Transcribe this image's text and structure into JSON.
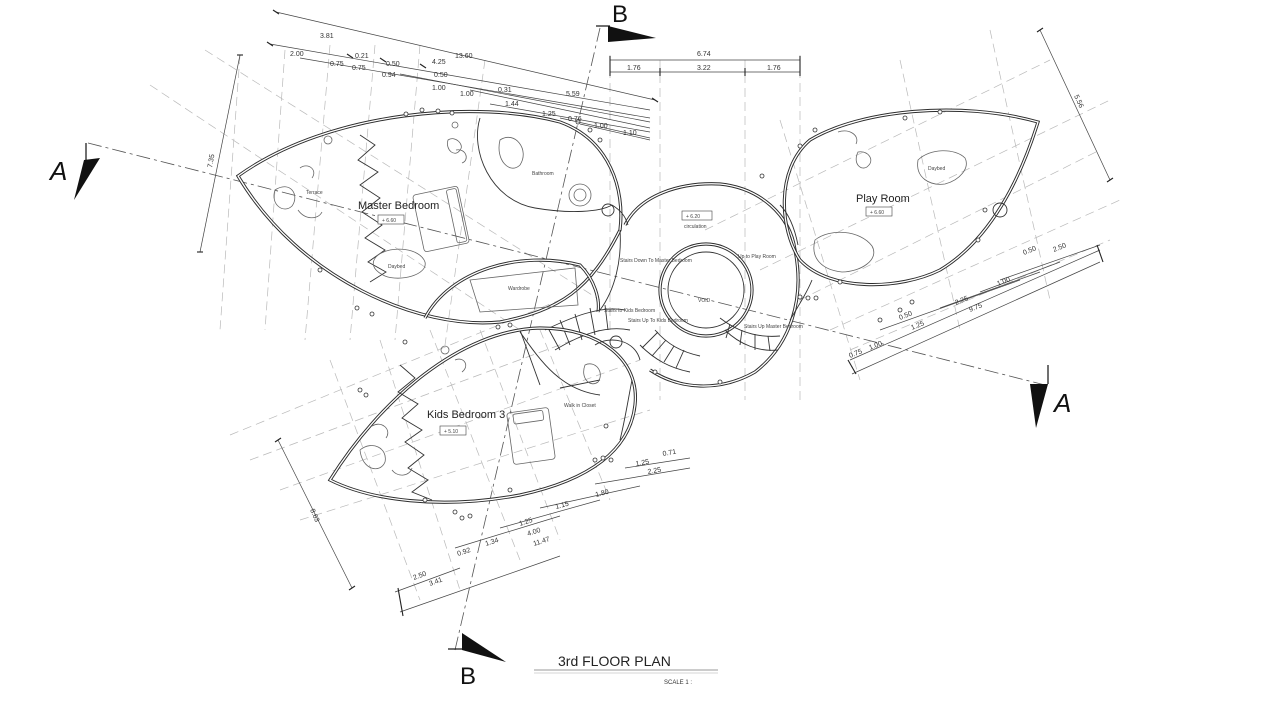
{
  "title_block": {
    "title": "3rd FLOOR PLAN",
    "scale": "SCALE 1 :"
  },
  "section_markers": {
    "a_left": "A",
    "a_right": "A",
    "b_top": "B",
    "b_bottom": "B"
  },
  "rooms": {
    "master_bedroom": {
      "name": "Master Bedroom",
      "level": "+ 6.60"
    },
    "play_room": {
      "name": "Play Room",
      "level": "+ 6.60"
    },
    "kids_bedroom": {
      "name": "Kids Bedroom 3",
      "level": "+ 5.10"
    },
    "circulation": {
      "name": "circulation",
      "level": "+ 6.20"
    },
    "void": {
      "name": "VOID"
    },
    "bathroom": {
      "name": "Bathroom"
    },
    "wardrobe": {
      "name": "Wardrobe"
    },
    "walk_in_closet": {
      "name": "Walk in Closet"
    },
    "terrace": {
      "name": "Terrace"
    },
    "daybed_master": {
      "name": "Daybed"
    },
    "daybed_play": {
      "name": "Daybed"
    }
  },
  "dimensions": {
    "top_chain_1": [
      "3.81",
      "13.60"
    ],
    "top_chain_2": [
      "2.00",
      "0.21",
      "0.50",
      "4.25"
    ],
    "top_chain_3": [
      "0.75",
      "0.75",
      "0.94",
      "0.50"
    ],
    "top_chain_4": [
      "1.00",
      "1.00",
      "0.31",
      "5.59"
    ],
    "top_chain_5": [
      "1.44"
    ],
    "top_chain_6": [
      "1.25",
      "0.76"
    ],
    "top_chain_7": [
      "1.00",
      "1.10"
    ],
    "circ_overall": "6.74",
    "circ_chain": [
      "1.76",
      "3.22",
      "1.76"
    ],
    "master_height": "7.35",
    "play_height": "5.56",
    "right_chain_1": [
      "0.50",
      "2.50"
    ],
    "right_chain_2": [
      "1.00"
    ],
    "right_chain_3": [
      "2.25"
    ],
    "right_chain_4": [
      "0.50",
      "1.25"
    ],
    "right_chain_5": [
      "0.75",
      "1.00",
      "9.75"
    ],
    "kids_height": "8.63",
    "bottom_chain_1": [
      "1.25",
      "0.71"
    ],
    "bottom_chain_2": [
      "2.25"
    ],
    "bottom_chain_3": [
      "1.15",
      "1.80"
    ],
    "bottom_chain_4": [
      "1.25",
      "4.00"
    ],
    "bottom_chain_5": [
      "0.92",
      "1.34",
      "11.47"
    ],
    "bottom_chain_6": [
      "2.50",
      "3.41"
    ]
  },
  "annotations": {
    "stairs_down": "Stairs Down To Master Bedroom",
    "stairs_up_play": "Up to Play Room",
    "stairs_kids": "Stairs to Kids Bedroom",
    "stairs_down_2": "Stairs Up To Kids Bedroom",
    "stairs_up_master": "Stairs Up Master Bedroom"
  }
}
